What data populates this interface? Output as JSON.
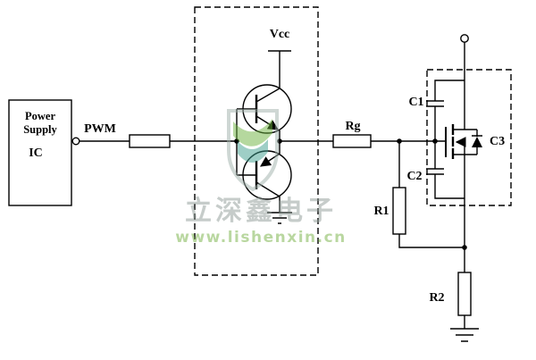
{
  "labels": {
    "power_line1": "Power",
    "power_line2": "Supply",
    "power_line3": "IC",
    "pwm": "PWM",
    "vcc": "Vcc",
    "rg": "Rg",
    "c1": "C1",
    "c2": "C2",
    "c3": "C3",
    "r1": "R1",
    "r2": "R2"
  },
  "watermark": {
    "title": "立深鑫电子",
    "url": "www.lishenxin.cn",
    "title_color": "#8e9b96",
    "url_color": "#76b043",
    "shield_outline_color": "#9fb0aa",
    "shield_green": "#6db33f",
    "shield_teal": "#3f9f8f"
  },
  "colors": {
    "line": "#000000",
    "background": "#ffffff"
  }
}
